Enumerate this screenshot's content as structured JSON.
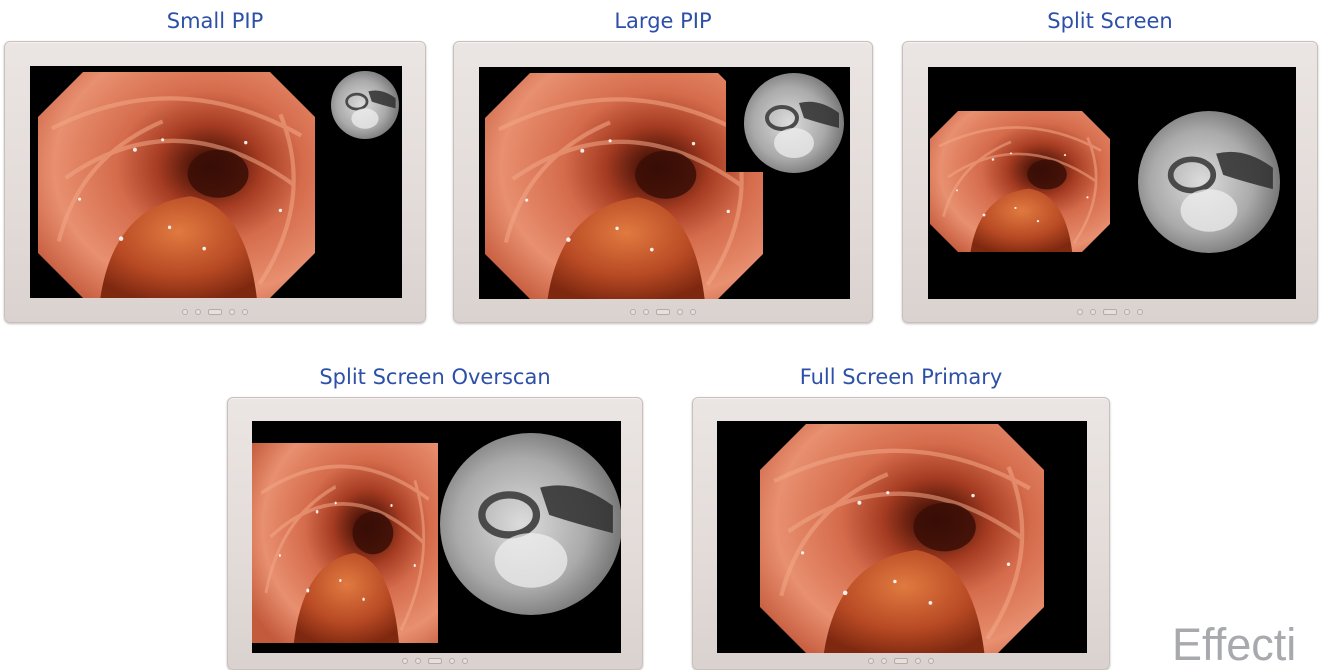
{
  "modes": [
    {
      "title": "Small PIP"
    },
    {
      "title": "Large PIP"
    },
    {
      "title": "Split Screen"
    },
    {
      "title": "Split Screen Overscan"
    },
    {
      "title": "Full Screen Primary"
    }
  ],
  "footer_text": "Effecti",
  "colors": {
    "title_blue": "#2c4fa8",
    "bezel": "#e8e1de",
    "screen": "#000000",
    "footer_gray": "#a7a9ad"
  }
}
